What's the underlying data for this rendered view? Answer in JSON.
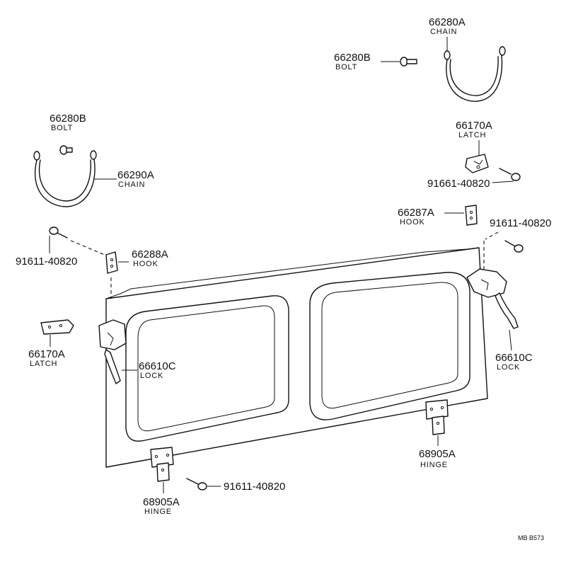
{
  "labels": {
    "chain_top": {
      "part": "66280A",
      "name": "CHAIN"
    },
    "bolt_top": {
      "part": "66280B",
      "name": "BOLT"
    },
    "bolt_left": {
      "part": "66280B",
      "name": "BOLT"
    },
    "chain_left": {
      "part": "66290A",
      "name": "CHAIN"
    },
    "latch_right": {
      "part": "66170A",
      "name": "LATCH"
    },
    "bolt_latch_r": {
      "part": "91661-40820"
    },
    "hook_right": {
      "part": "66287A",
      "name": "HOOK"
    },
    "bolt_hook_r": {
      "part": "91611-40820"
    },
    "bolt_hook_l": {
      "part": "91611-40820"
    },
    "hook_left": {
      "part": "66288A",
      "name": "HOOK"
    },
    "latch_left": {
      "part": "66170A",
      "name": "LATCH"
    },
    "lock_left": {
      "part": "66610C",
      "name": "LOCK"
    },
    "lock_right": {
      "part": "66610C",
      "name": "LOCK"
    },
    "hinge_right": {
      "part": "68905A",
      "name": "HINGE"
    },
    "bolt_hinge": {
      "part": "91611-40820"
    },
    "hinge_left": {
      "part": "68905A",
      "name": "HINGE"
    }
  },
  "code": "MB  B573"
}
